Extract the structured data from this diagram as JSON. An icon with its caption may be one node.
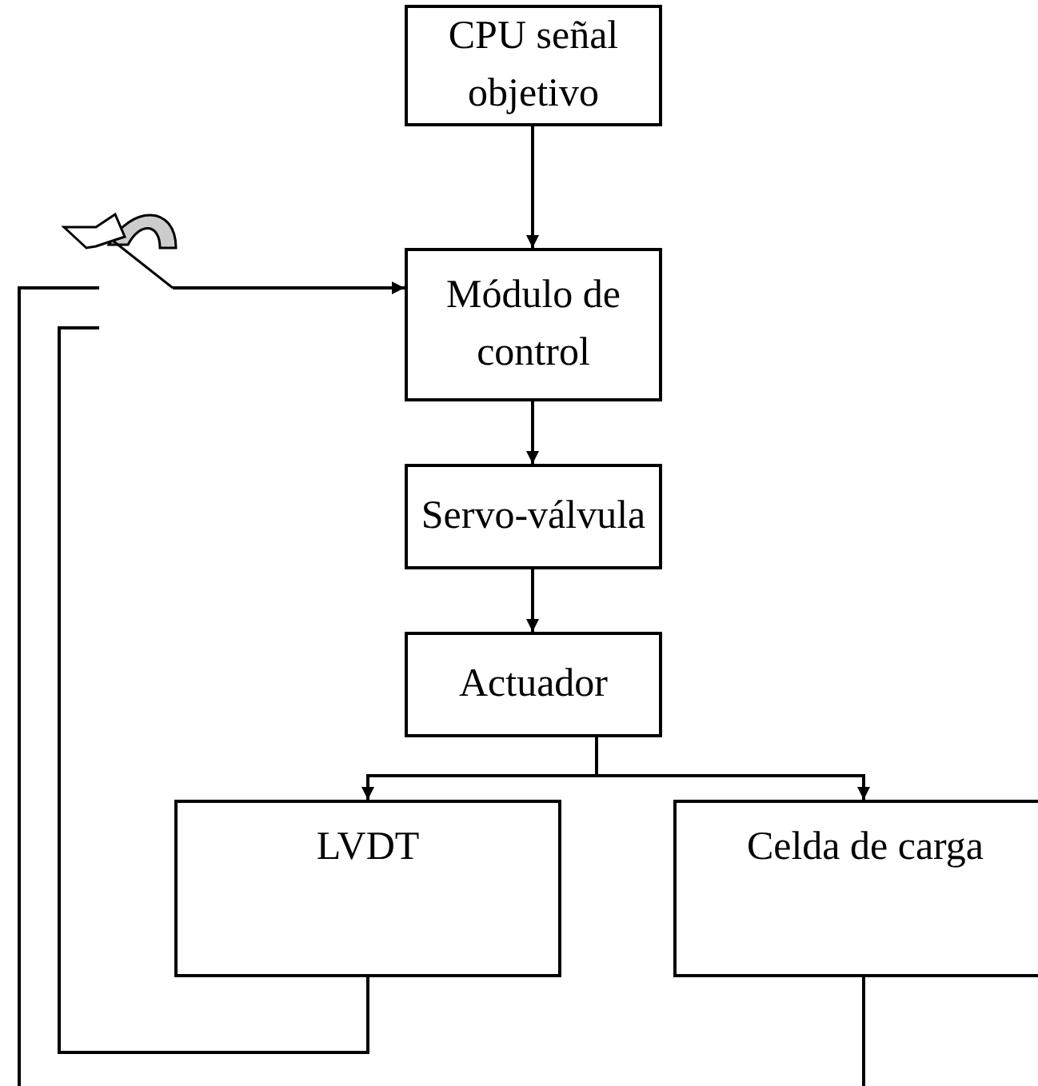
{
  "diagram": {
    "nodes": [
      {
        "text": [
          "CPU señal objetivo"
        ]
      },
      {
        "text": [
          "Módulo de control"
        ]
      },
      {
        "text": [
          "Servo-válvula"
        ]
      },
      {
        "text": [
          "Actuador"
        ]
      },
      {
        "text": [
          "LVDT"
        ]
      },
      {
        "text": [
          "Celda de carga"
        ]
      },
      {
        "text": [],
        "shape": "switch"
      }
    ],
    "edges": [
      {
        "from": 0,
        "to": 1,
        "arrow": "to"
      },
      {
        "from": 1,
        "to": 2,
        "arrow": "to"
      },
      {
        "from": 2,
        "to": 3,
        "arrow": "to"
      },
      {
        "from": 3,
        "to": 4,
        "arrow": "to"
      },
      {
        "from": 3,
        "to": 5,
        "arrow": "to"
      },
      {
        "from": 6,
        "to": 1,
        "arrow": "to"
      },
      {
        "from": 4,
        "to": 6,
        "arrow": "none"
      },
      {
        "from": 5,
        "to": 6,
        "arrow": "none"
      }
    ]
  }
}
